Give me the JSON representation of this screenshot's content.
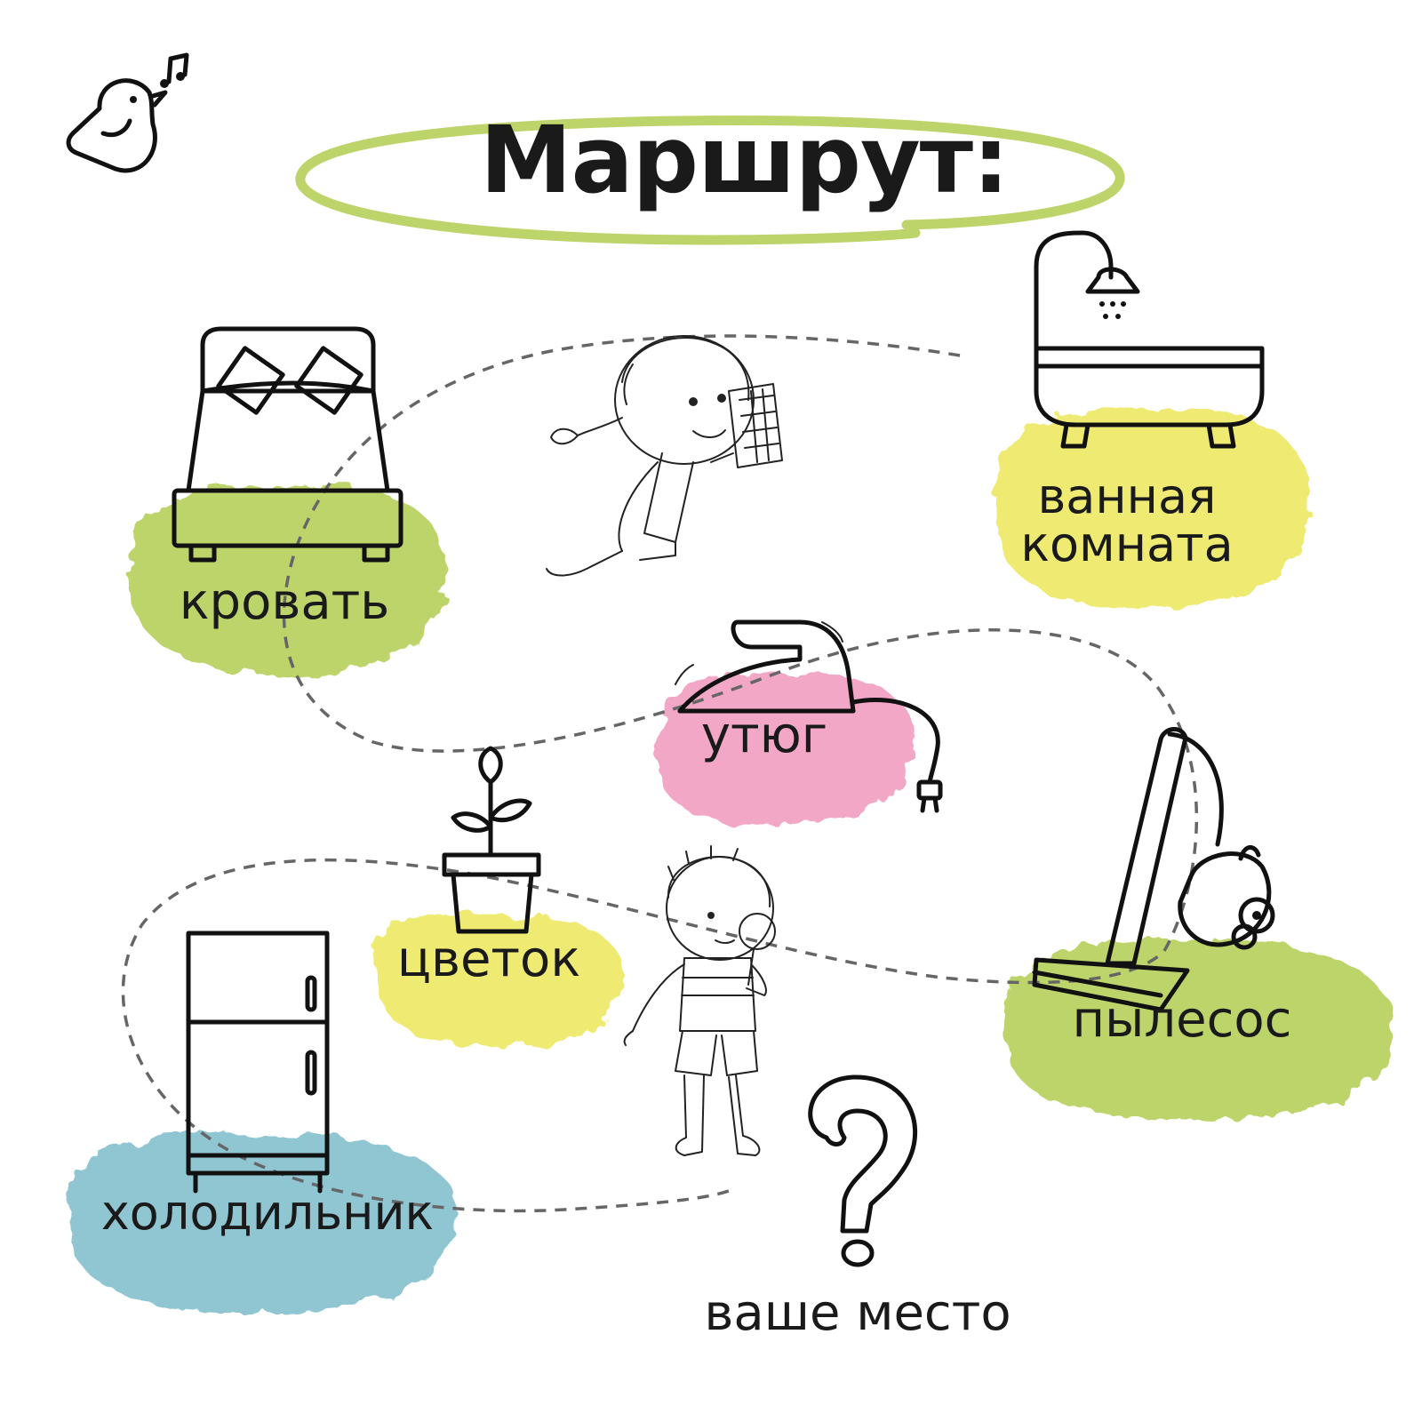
{
  "title": "Маршрут:",
  "stops": {
    "bed": "кровать",
    "bathroom_line1": "ванная",
    "bathroom_line2": "комната",
    "iron": "утюг",
    "flower": "цветок",
    "vacuum": "пылесос",
    "fridge": "холодильник",
    "your_place": "ваше место"
  },
  "colors": {
    "green": "#bcd46a",
    "yellow": "#eeea72",
    "pink": "#f2a7c7",
    "blue": "#8fc6d2",
    "path": "#666666"
  },
  "icons": [
    "bird-logo-icon",
    "music-note-icon",
    "bed-icon",
    "bathtub-icon",
    "iron-icon",
    "flower-pot-icon",
    "vacuum-icon",
    "fridge-icon",
    "question-mark-icon",
    "girl-with-map-illustration",
    "boy-with-magnifier-illustration"
  ]
}
